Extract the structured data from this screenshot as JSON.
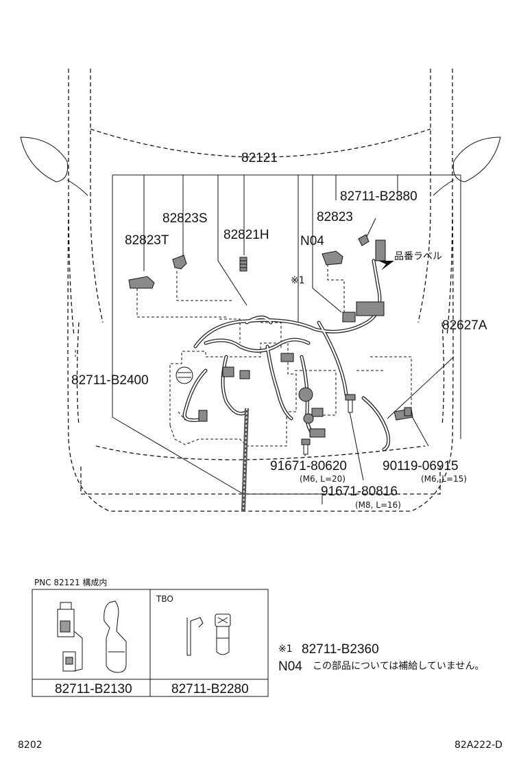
{
  "labels": {
    "main_harness": "82121",
    "wire_b2380": "82711-B2380",
    "clamp_s": "82823S",
    "clamp_plain": "82823",
    "clamp_t": "82823T",
    "clip_h": "82821H",
    "note_n04": "N04",
    "note_mark1": "※1",
    "part_label": "品番ラベル",
    "bracket_a": "82627A",
    "wire_b2400": "82711-B2400",
    "bolt_80620": "91671-80620",
    "bolt_80620_spec": "(M6, L=20)",
    "bolt_06915": "90119-06915",
    "bolt_06915_spec": "(M6, L=15)",
    "bolt_80816": "91671-80816",
    "bolt_80816_spec": "(M8, L=16)"
  },
  "inset": {
    "title": "PNC  82121  構成内",
    "tbo": "TBO",
    "part_left": "82711-B2130",
    "part_right": "82711-B2280"
  },
  "notes": {
    "mark1_symbol": "※1",
    "mark1_part": "82711-B2360",
    "n04_symbol": "N04",
    "n04_text": "この部品については補給していません。"
  },
  "footer": {
    "left_code": "8202",
    "right_code": "82A222-D"
  }
}
